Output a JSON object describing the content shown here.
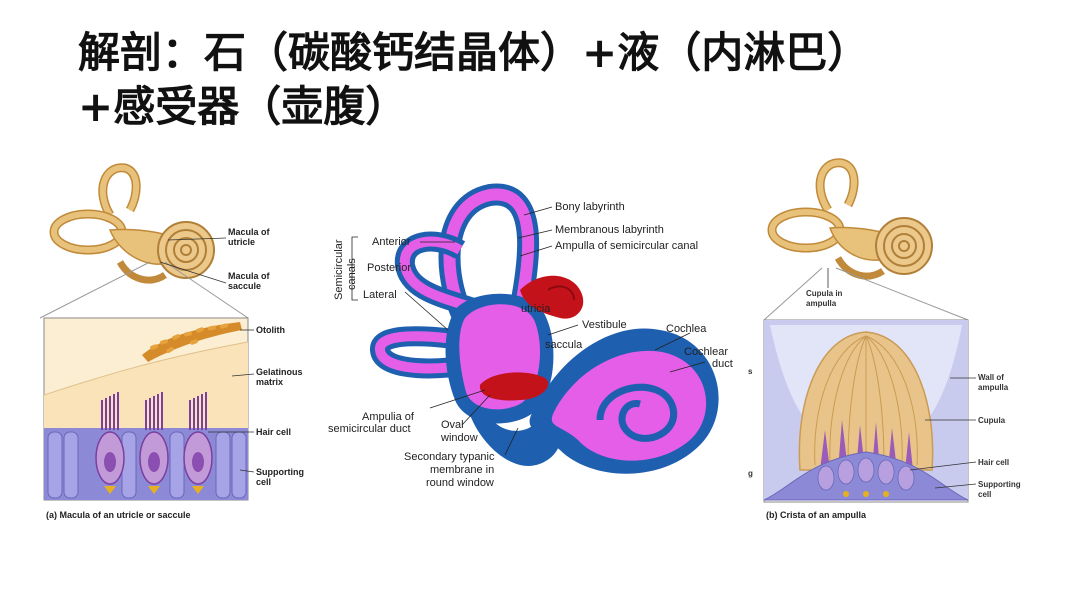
{
  "title": {
    "line1": "解剖：石（碳酸钙结晶体）+液（内淋巴）",
    "line2": "+感受器（壶腹）"
  },
  "panel_a": {
    "labels": {
      "macula_utricle_1": "Macula of",
      "macula_utricle_2": "utricle",
      "macula_saccule_1": "Macula of",
      "macula_saccule_2": "saccule",
      "otolith": "Otolith",
      "gelatinous_1": "Gelatinous",
      "gelatinous_2": "matrix",
      "hair_cell": "Hair cell",
      "supporting_1": "Supporting",
      "supporting_2": "cell"
    },
    "caption": "(a) Macula of an utricle or saccule"
  },
  "panel_center": {
    "labels": {
      "bony_labyrinth": "Bony labyrinth",
      "membranous_labyrinth": "Membranous labyrinth",
      "ampulla_canal": "Ampulla of semicircular canal",
      "semicircular_1": "Semicircular",
      "semicircular_2": "canals",
      "anterior": "Anterior",
      "posterior": "Posterior",
      "lateral": "Lateral",
      "utricia": "utricia",
      "vestibule": "Vestibule",
      "saccula": "saccula",
      "cochlea": "Cochlea",
      "cochlear_duct_1": "Cochlear",
      "cochlear_duct_2": "duct",
      "ampulia_duct_1": "Ampulia of",
      "ampulia_duct_2": "semicircular duct",
      "oval_1": "Oval",
      "oval_2": "window",
      "secondary_1": "Secondary typanic",
      "secondary_2": "membrane in",
      "secondary_3": "round window"
    },
    "edge_letters": {
      "s": "s",
      "g": "g"
    }
  },
  "panel_b": {
    "labels": {
      "cupula_ampulla_1": "Cupula in",
      "cupula_ampulla_2": "ampulla",
      "wall_1": "Wall of",
      "wall_2": "ampulla",
      "cupula": "Cupula",
      "hair_cell": "Hair cell",
      "supporting_1": "Supporting",
      "supporting_2": "cell"
    },
    "caption": "(b) Crista of an ampulla"
  },
  "colors": {
    "bony": "#1f5fb0",
    "membranous": "#e55ee8",
    "otolith_red": "#c4121a",
    "ear_tan": "#e8c27a",
    "hair_purple": "#9a5cb8",
    "cupula_tan": "#e9c48a"
  }
}
